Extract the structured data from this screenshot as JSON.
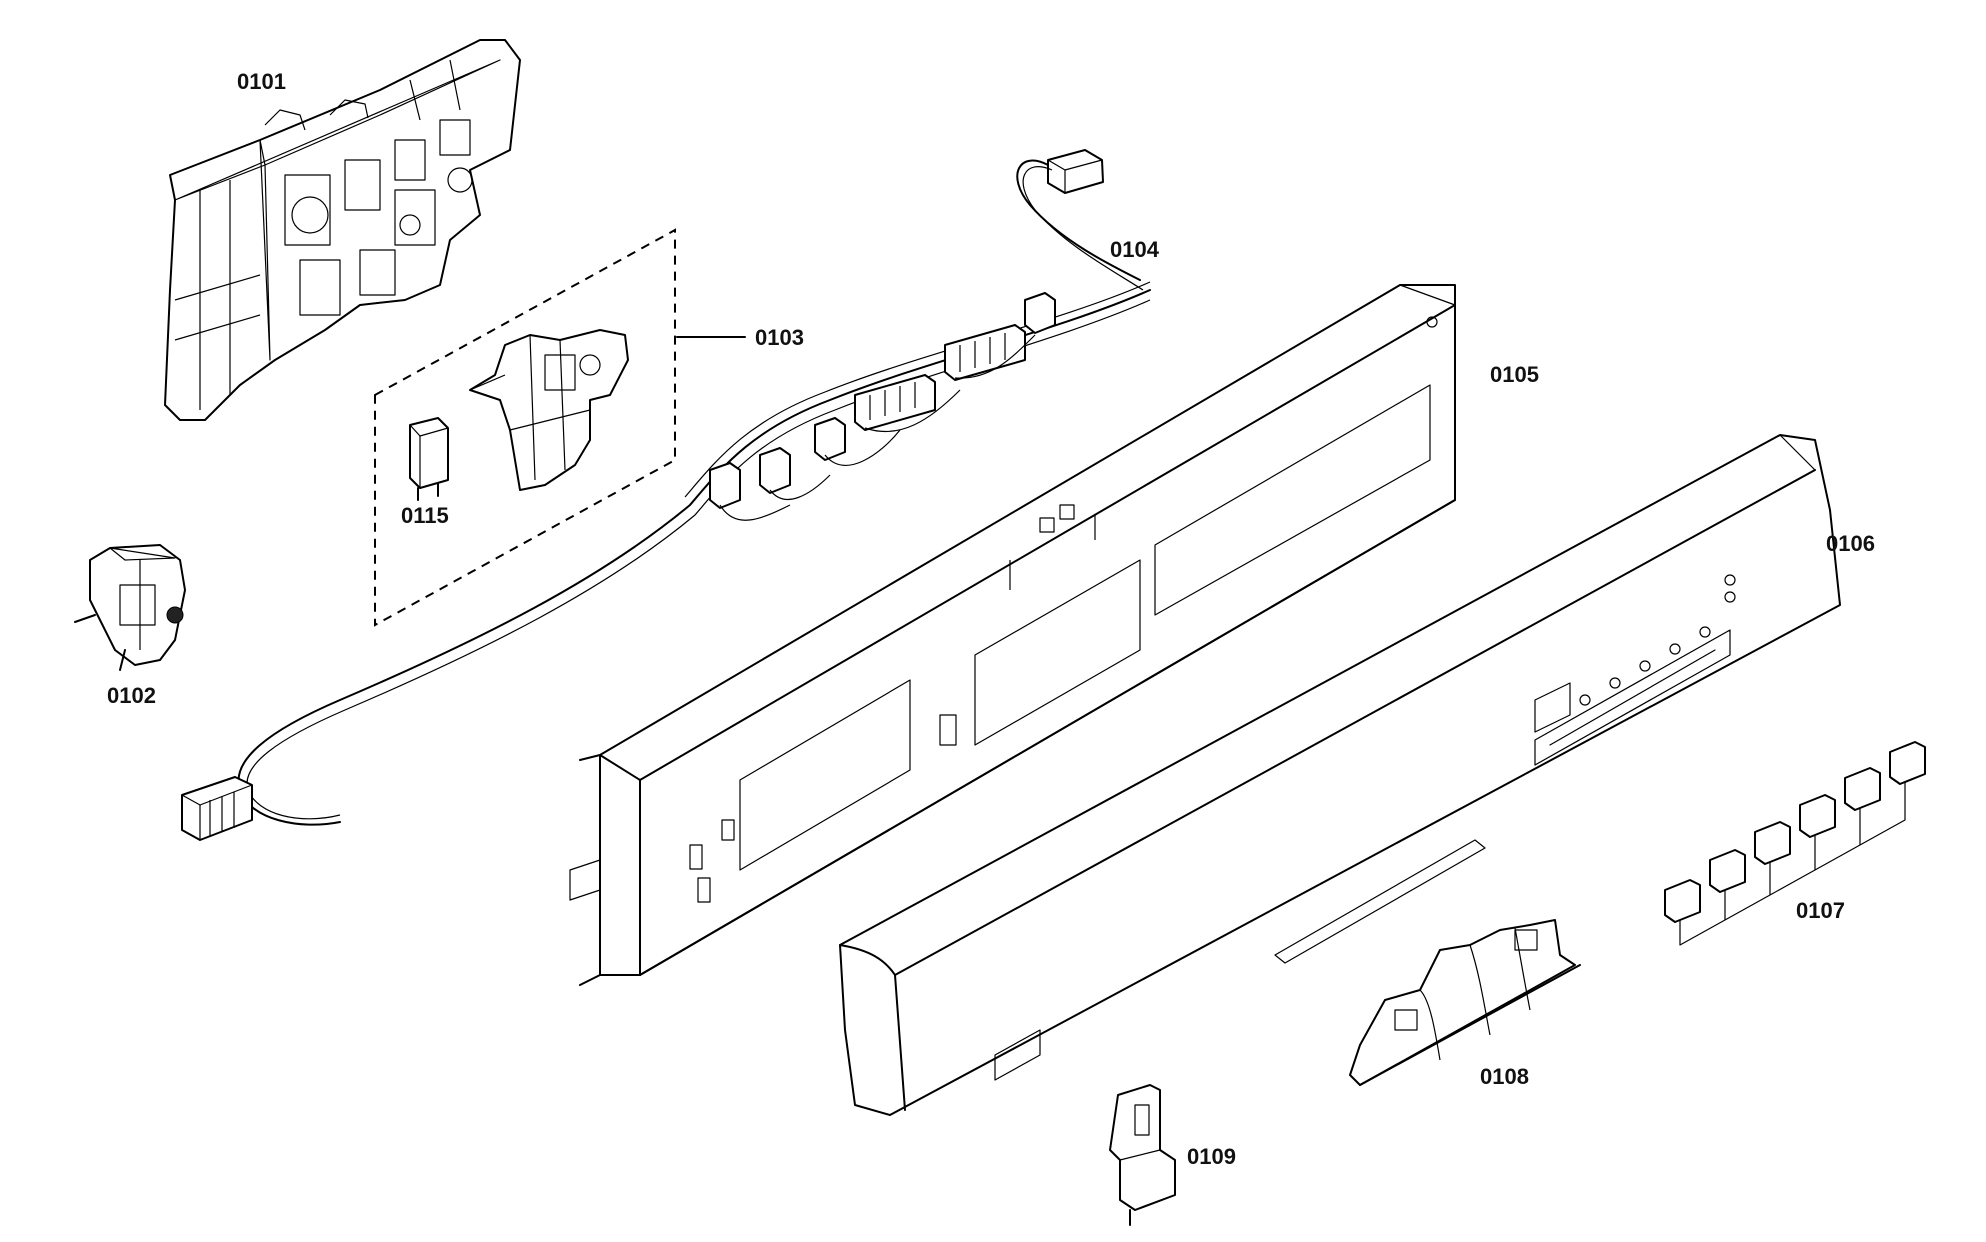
{
  "diagram": {
    "parts": [
      {
        "id": "0101"
      },
      {
        "id": "0102"
      },
      {
        "id": "0103"
      },
      {
        "id": "0104"
      },
      {
        "id": "0105"
      },
      {
        "id": "0106"
      },
      {
        "id": "0107"
      },
      {
        "id": "0108"
      },
      {
        "id": "0109"
      },
      {
        "id": "0115"
      }
    ]
  }
}
